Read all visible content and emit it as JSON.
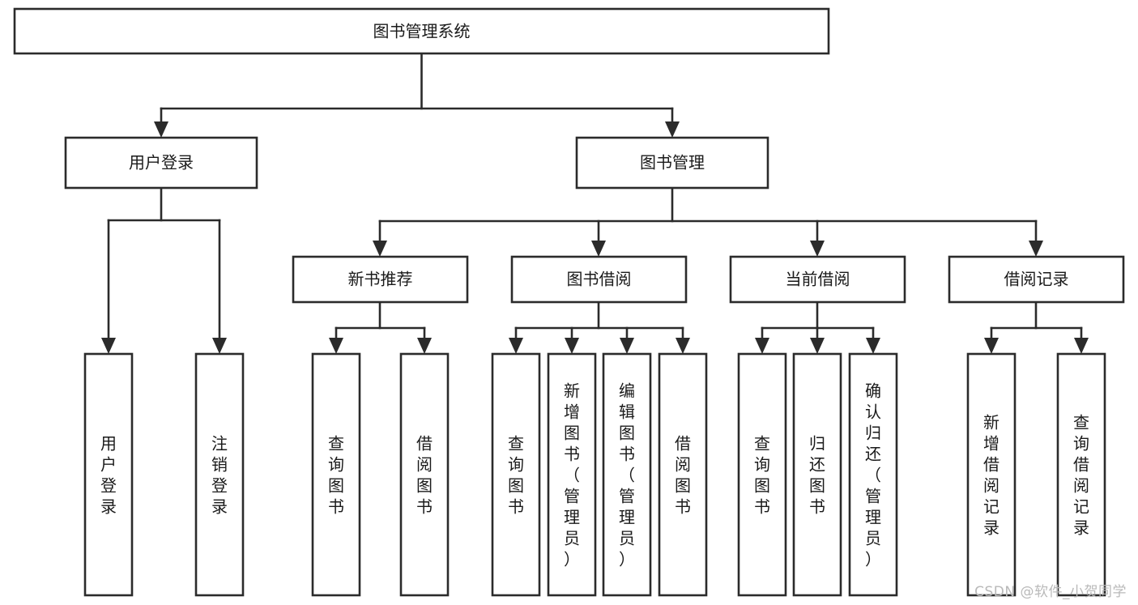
{
  "diagram": {
    "type": "tree-hierarchy",
    "title": "图书管理系统",
    "watermark": "CSDN @软件_小贺同学",
    "colors": {
      "stroke": "#2b2b2b",
      "fill": "#ffffff",
      "text": "#1a1a1a",
      "watermark": "#b9b9b9",
      "background": "#ffffff"
    },
    "levels": {
      "root": {
        "label": "图书管理系统"
      },
      "level2": [
        {
          "id": "user-login",
          "label": "用户登录"
        },
        {
          "id": "book-management",
          "label": "图书管理"
        }
      ],
      "level3": [
        {
          "id": "new-book-recommend",
          "label": "新书推荐",
          "parent": "book-management"
        },
        {
          "id": "book-borrow",
          "label": "图书借阅",
          "parent": "book-management"
        },
        {
          "id": "current-borrow",
          "label": "当前借阅",
          "parent": "book-management"
        },
        {
          "id": "borrow-record",
          "label": "借阅记录",
          "parent": "book-management"
        }
      ],
      "leaves": [
        {
          "id": "leaf-user-login",
          "label": "用户登录",
          "parent": "user-login"
        },
        {
          "id": "leaf-logout-login",
          "label": "注销登录",
          "parent": "user-login"
        },
        {
          "id": "leaf-query-book-1",
          "label": "查询图书",
          "parent": "new-book-recommend"
        },
        {
          "id": "leaf-borrow-book-1",
          "label": "借阅图书",
          "parent": "new-book-recommend"
        },
        {
          "id": "leaf-query-book-2",
          "label": "查询图书",
          "parent": "book-borrow"
        },
        {
          "id": "leaf-add-book",
          "label": "新增图书（管理员）",
          "parent": "book-borrow"
        },
        {
          "id": "leaf-edit-book",
          "label": "编辑图书（管理员）",
          "parent": "book-borrow"
        },
        {
          "id": "leaf-borrow-book-2",
          "label": "借阅图书",
          "parent": "book-borrow"
        },
        {
          "id": "leaf-query-book-3",
          "label": "查询图书",
          "parent": "current-borrow"
        },
        {
          "id": "leaf-return-book",
          "label": "归还图书",
          "parent": "current-borrow"
        },
        {
          "id": "leaf-confirm-return",
          "label": "确认归还（管理员）",
          "parent": "current-borrow"
        },
        {
          "id": "leaf-add-record",
          "label": "新增借阅记录",
          "parent": "borrow-record"
        },
        {
          "id": "leaf-query-record",
          "label": "查询借阅记录",
          "parent": "borrow-record"
        }
      ]
    }
  }
}
